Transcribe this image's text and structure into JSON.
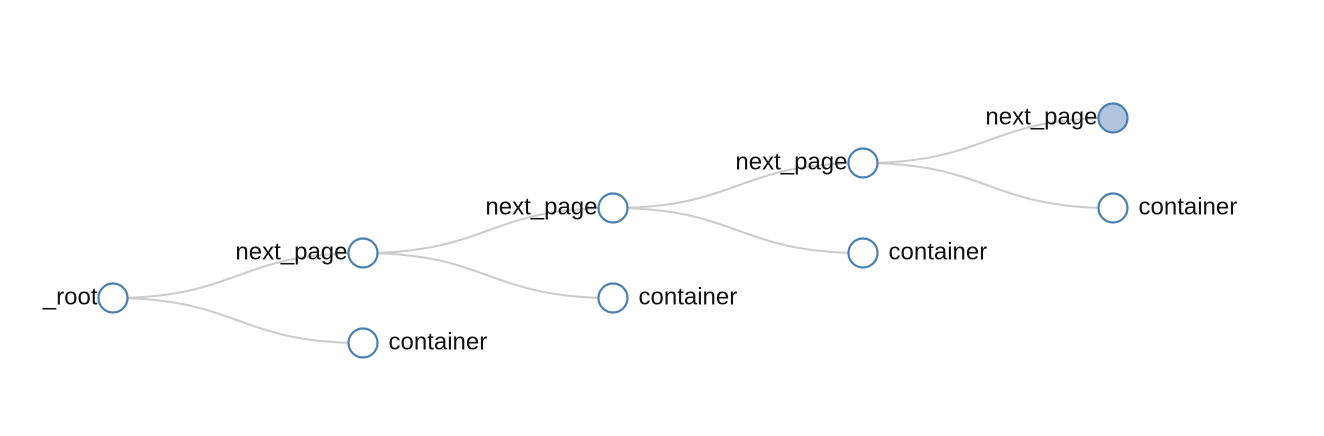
{
  "colors": {
    "link": "#cccccc",
    "node_stroke": "#4a7fb0",
    "node_fill": "#ffffff",
    "node_fill_collapsed": "#b0c4de",
    "label": "#111111"
  },
  "tree": {
    "label": "_root",
    "collapsed": false,
    "children": [
      {
        "label": "next_page",
        "collapsed": false,
        "children": [
          {
            "label": "next_page",
            "collapsed": false,
            "children": [
              {
                "label": "next_page",
                "collapsed": false,
                "children": [
                  {
                    "label": "next_page",
                    "collapsed": true,
                    "children": []
                  },
                  {
                    "label": "container",
                    "collapsed": false,
                    "children": []
                  }
                ]
              },
              {
                "label": "container",
                "collapsed": false,
                "children": []
              }
            ]
          },
          {
            "label": "container",
            "collapsed": false,
            "children": []
          }
        ]
      },
      {
        "label": "container",
        "collapsed": false,
        "children": []
      }
    ]
  }
}
